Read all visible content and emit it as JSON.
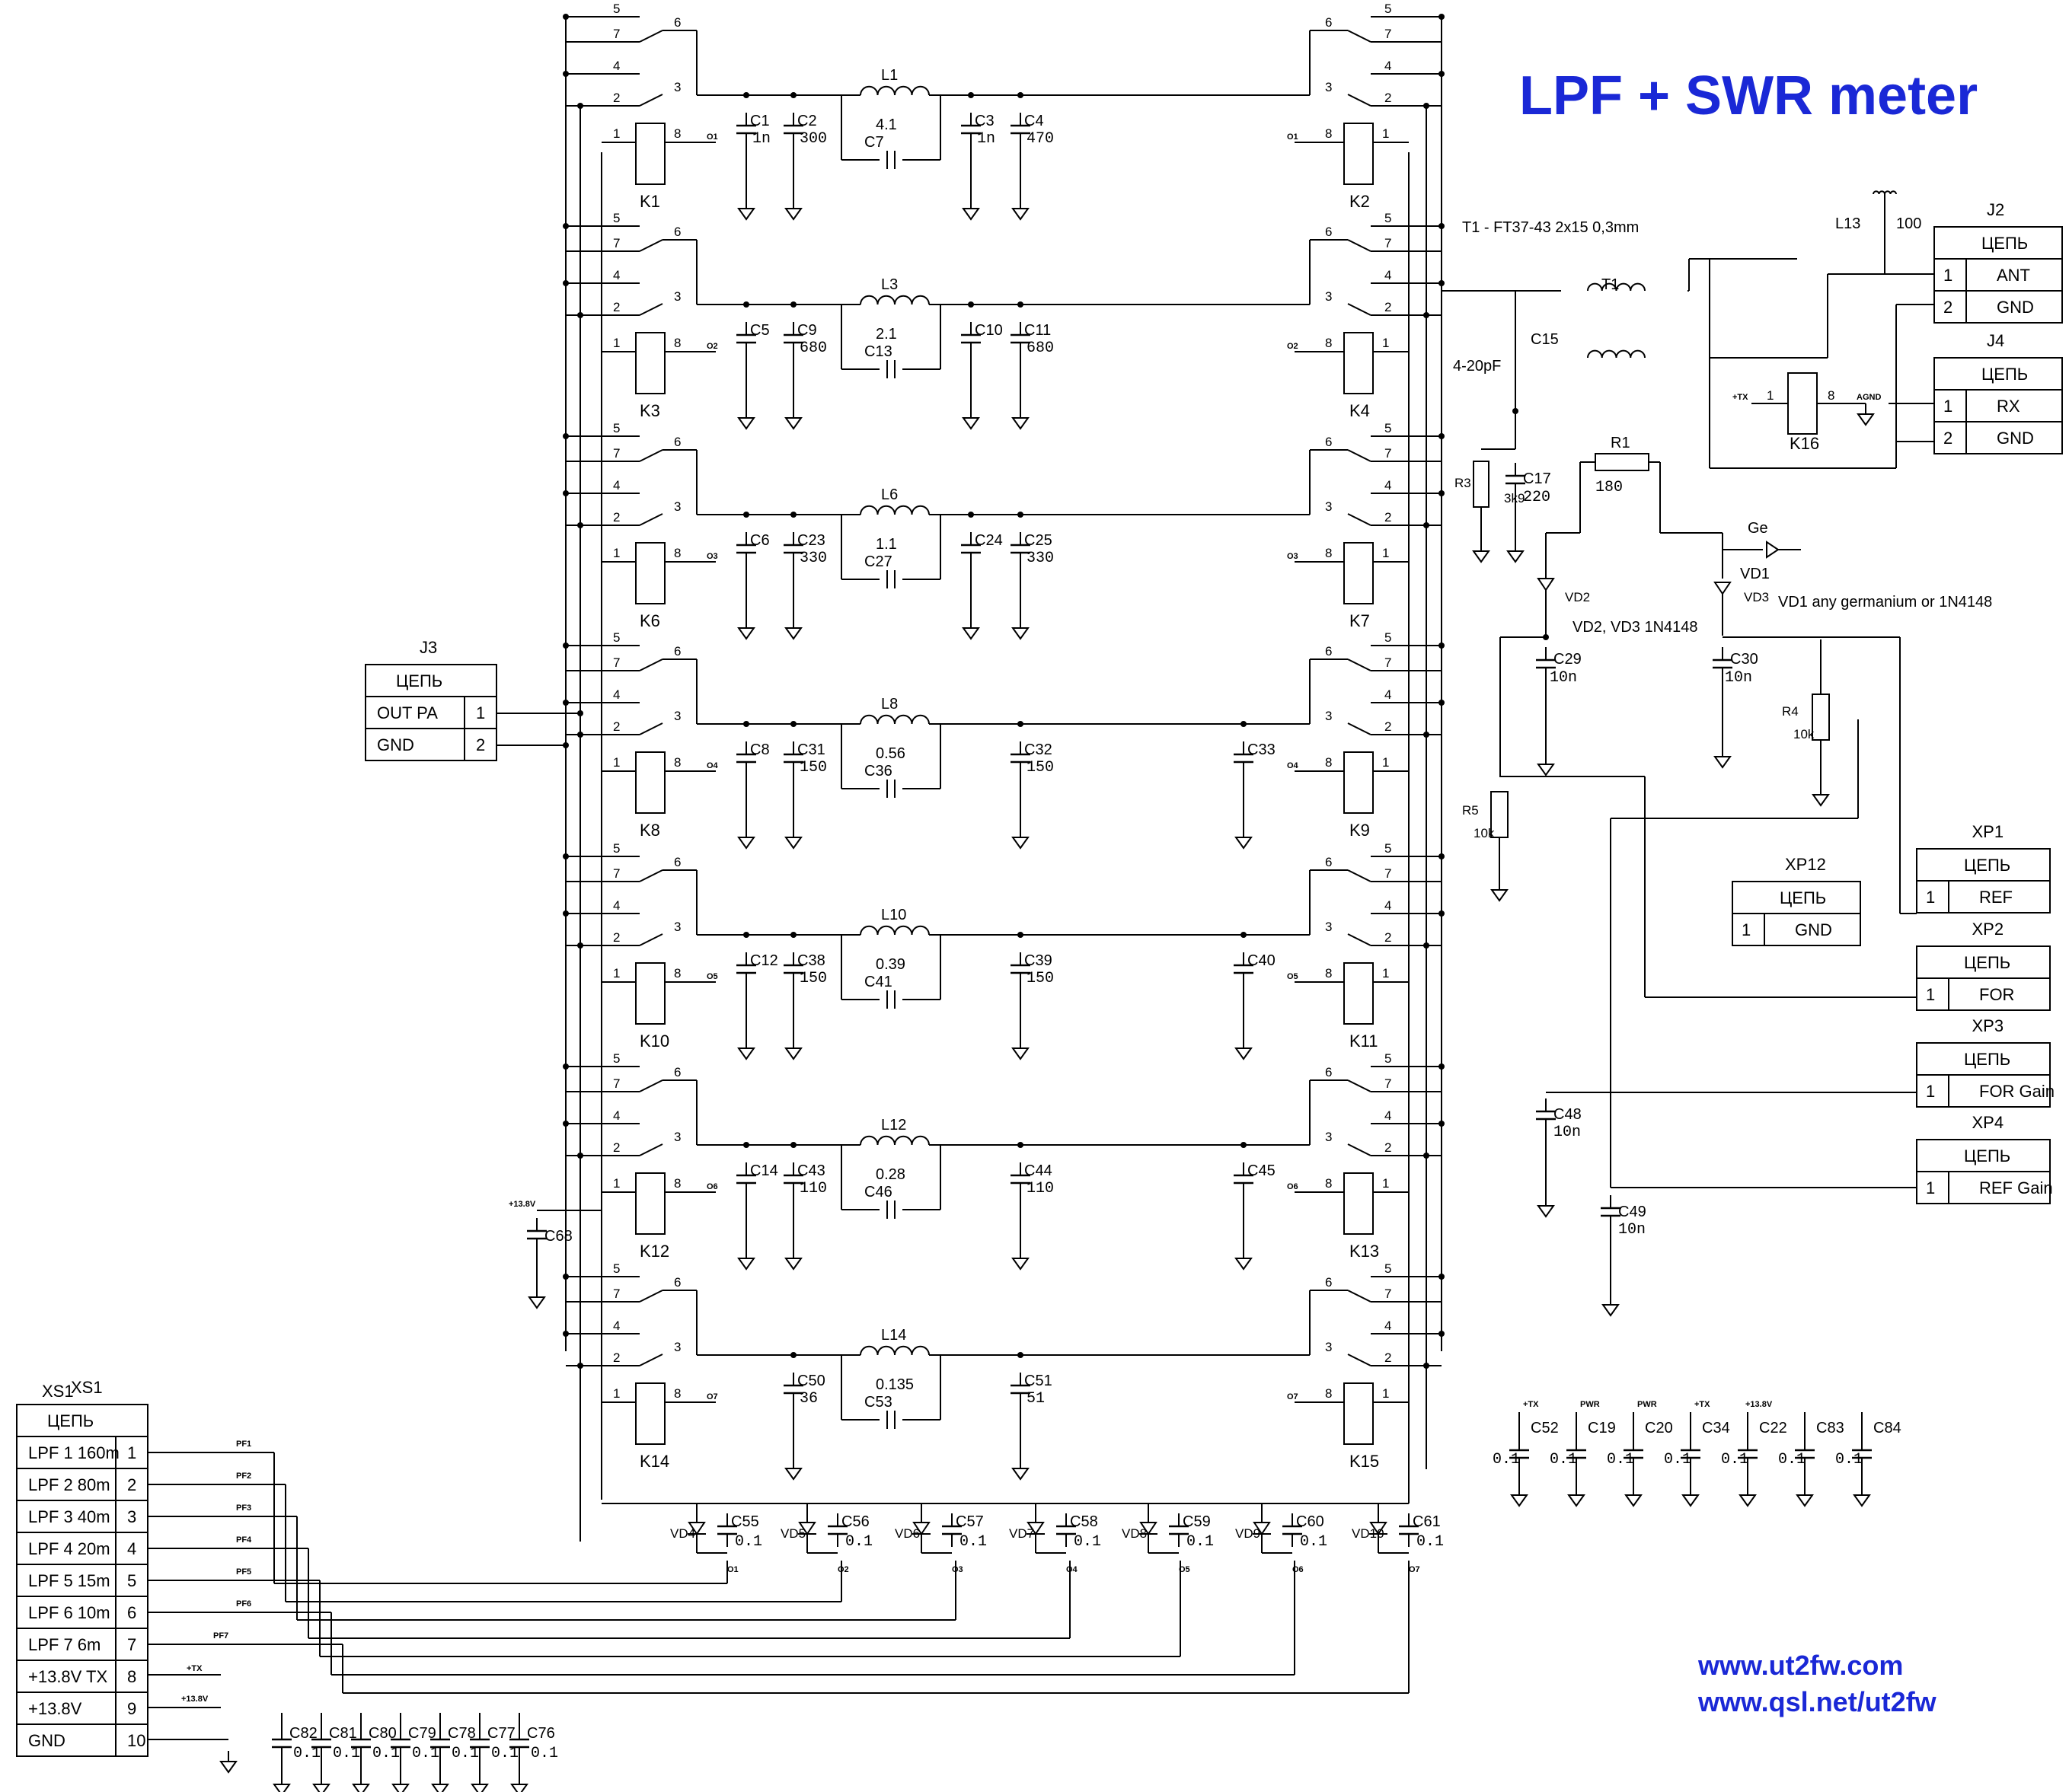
{
  "title": "LPF + SWR meter",
  "web": [
    "www.ut2fw.com",
    "www.qsl.net/ut2fw"
  ],
  "notes": {
    "transformer": "T1 - FT37-43 2x15 0,3mm",
    "vd23": "VD2, VD3 1N4148",
    "vd1": "VD1 any germanium or 1N4148",
    "c15_value": "4-20pF"
  },
  "filter_rows": [
    {
      "ka": "K1",
      "kb": "K2",
      "coil": "L1",
      "coil_val": "4.1",
      "cbridge": "C7",
      "caps": [
        [
          "C1",
          "1n"
        ],
        [
          "C2",
          "300"
        ],
        [
          "C3",
          "1n"
        ],
        [
          "C4",
          "470"
        ]
      ],
      "drive": "O1"
    },
    {
      "ka": "K3",
      "kb": "K4",
      "coil": "L3",
      "coil_val": "2.1",
      "cbridge": "C13",
      "caps": [
        [
          "C5",
          ""
        ],
        [
          "C9",
          "680"
        ],
        [
          "C10",
          ""
        ],
        [
          "C11",
          "680"
        ]
      ],
      "drive": "O2"
    },
    {
      "ka": "K6",
      "kb": "K7",
      "coil": "L6",
      "coil_val": "1.1",
      "cbridge": "C27",
      "caps": [
        [
          "C6",
          ""
        ],
        [
          "C23",
          "330"
        ],
        [
          "C24",
          ""
        ],
        [
          "C25",
          "330"
        ]
      ],
      "drive": "O3"
    },
    {
      "ka": "K8",
      "kb": "K9",
      "coil": "L8",
      "coil_val": "0.56",
      "cbridge": "C36",
      "caps": [
        [
          "C8",
          ""
        ],
        [
          "C31",
          "150"
        ],
        [
          "C32",
          "150"
        ],
        [
          "C33",
          ""
        ]
      ],
      "drive": "O4"
    },
    {
      "ka": "K10",
      "kb": "K11",
      "coil": "L10",
      "coil_val": "0.39",
      "cbridge": "C41",
      "caps": [
        [
          "C12",
          ""
        ],
        [
          "C38",
          "150"
        ],
        [
          "C39",
          "150"
        ],
        [
          "C40",
          ""
        ]
      ],
      "drive": "O5"
    },
    {
      "ka": "K12",
      "kb": "K13",
      "coil": "L12",
      "coil_val": "0.28",
      "cbridge": "C46",
      "caps": [
        [
          "C14",
          ""
        ],
        [
          "C43",
          "110"
        ],
        [
          "C44",
          "110"
        ],
        [
          "C45",
          ""
        ]
      ],
      "drive": "O6"
    },
    {
      "ka": "K14",
      "kb": "K15",
      "coil": "L14",
      "coil_val": "0.135",
      "cbridge": "C53",
      "caps": [
        [
          "C50",
          "36"
        ],
        [
          "C51",
          "51"
        ]
      ],
      "drive": "O7"
    }
  ],
  "pins": {
    "p1": "1",
    "p2": "2",
    "p3": "3",
    "p4": "4",
    "p5": "5",
    "p6": "6",
    "p7": "7",
    "p8": "8"
  },
  "connectors": {
    "header": "ЦЕПЬ",
    "J3": {
      "name": "J3",
      "rows": [
        [
          "OUT PA",
          "1"
        ],
        [
          "GND",
          "2"
        ]
      ]
    },
    "J2": {
      "name": "J2",
      "rows": [
        [
          "1",
          "ANT"
        ],
        [
          "2",
          "GND"
        ]
      ]
    },
    "J4": {
      "name": "J4",
      "rows": [
        [
          "1",
          "RX"
        ],
        [
          "2",
          "GND"
        ]
      ]
    },
    "XP1": {
      "name": "XP1",
      "rows": [
        [
          "1",
          "REF"
        ]
      ]
    },
    "XP2": {
      "name": "XP2",
      "rows": [
        [
          "1",
          "FOR"
        ]
      ]
    },
    "XP3": {
      "name": "XP3",
      "rows": [
        [
          "1",
          "FOR Gain"
        ]
      ]
    },
    "XP4": {
      "name": "XP4",
      "rows": [
        [
          "1",
          "REF Gain"
        ]
      ]
    },
    "XP12": {
      "name": "XP12",
      "rows": [
        [
          "1",
          "GND"
        ]
      ]
    },
    "XS1": {
      "name": "XS1",
      "rows": [
        [
          "LPF 1 160m",
          "1"
        ],
        [
          "LPF 2 80m",
          "2"
        ],
        [
          "LPF 3 40m",
          "3"
        ],
        [
          "LPF 4 20m",
          "4"
        ],
        [
          "LPF 5 15m",
          "5"
        ],
        [
          "LPF 6 10m",
          "6"
        ],
        [
          "LPF 7 6m",
          "7"
        ],
        [
          "+13.8V TX",
          "8"
        ],
        [
          "+13.8V",
          "9"
        ],
        [
          "GND",
          "10"
        ]
      ]
    }
  },
  "pf_labels": [
    "PF1",
    "PF2",
    "PF3",
    "PF4",
    "PF5",
    "PF6",
    "PF7"
  ],
  "rail_labels": {
    "tx": "+TX",
    "v138": "+13.8V",
    "pwr": "PWR",
    "agnd": "AGND"
  },
  "diodes": [
    [
      "VD4",
      "C55"
    ],
    [
      "VD5",
      "C56"
    ],
    [
      "VD6",
      "C57"
    ],
    [
      "VD7",
      "C58"
    ],
    [
      "VD8",
      "C59"
    ],
    [
      "VD9",
      "C60"
    ],
    [
      "VD10",
      "C61"
    ]
  ],
  "decoupling_value": "0.1",
  "swr": {
    "T1": "T1",
    "C15": "C15",
    "C17": "C17",
    "C17v": "220",
    "R3": "R3",
    "R3v": "3k9",
    "R1": "R1",
    "R1v": "180",
    "VD1": "VD1",
    "Ge": "Ge",
    "VD2": "VD2",
    "VD3": "VD3",
    "C29": "C29",
    "C29v": "10n",
    "C30": "C30",
    "C30v": "10n",
    "R4": "R4",
    "R4v": "10k",
    "R5": "R5",
    "R5v": "10k",
    "C48": "C48",
    "C48v": "10n",
    "C49": "C49",
    "C49v": "10n",
    "L13": "L13",
    "L13v": "100",
    "K16": "K16",
    "C68": "C68"
  },
  "bottom_caps": [
    "C52",
    "C19",
    "C20",
    "C34",
    "C22",
    "C83",
    "C84"
  ],
  "xs_caps": [
    "C82",
    "C81",
    "C80",
    "C79",
    "C78",
    "C77",
    "C76"
  ]
}
